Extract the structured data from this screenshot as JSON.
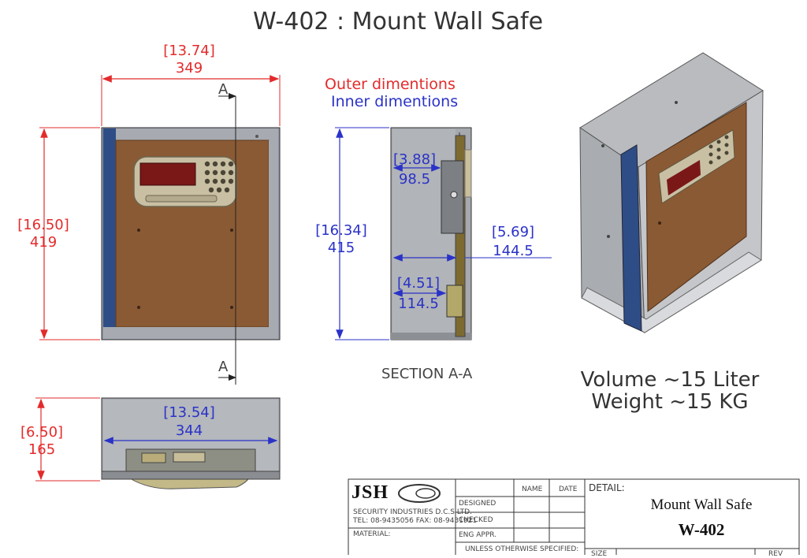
{
  "title": "W-402 : Mount Wall Safe",
  "legend": {
    "outer": "Outer dimentions",
    "inner": "Inner dimentions"
  },
  "front_view": {
    "width_in": "[13.74]",
    "width_mm": "349",
    "height_in": "[16.50]",
    "height_mm": "419",
    "section_mark": "A"
  },
  "section_view": {
    "label": "SECTION A-A",
    "height_in": "[16.34]",
    "height_mm": "415",
    "lock_in": "[3.88]",
    "lock_mm": "98.5",
    "depth_in": "[5.69]",
    "depth_mm": "144.5",
    "hinge_in": "[4.51]",
    "hinge_mm": "114.5"
  },
  "top_view": {
    "depth_in": "[6.50]",
    "depth_mm": "165",
    "inner_width_in": "[13.54]",
    "inner_width_mm": "344"
  },
  "specs": {
    "volume": "Volume ~15 Liter",
    "weight": "Weight ~15 KG"
  },
  "colors": {
    "outer": "#e32b2b",
    "inner": "#2a32c8",
    "wood": "#8a5a34",
    "steel": "#9a9ca2"
  },
  "title_block": {
    "logo": "JSH",
    "company": "SECURITY INDUSTRIES D.C.S LTD.",
    "contact": "TEL: 08-9435056 FAX: 08-9431921",
    "material": "MATERIAL:",
    "rows": [
      "DESIGNED",
      "CHECKED",
      "ENG APPR."
    ],
    "col_name": "NAME",
    "col_date": "DATE",
    "unless": "UNLESS OTHERWISE SPECIFIED:",
    "detail_label": "DETAIL:",
    "detail_title": "Mount Wall Safe",
    "detail_code": "W-402",
    "size": "SIZE",
    "rev": "REV"
  }
}
